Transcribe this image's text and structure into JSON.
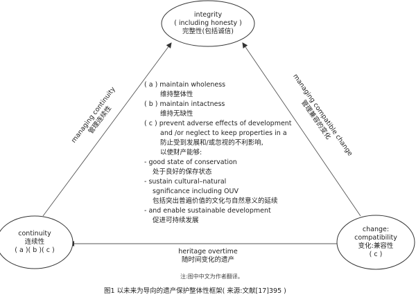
{
  "nodes": {
    "integrity": {
      "lines": [
        "integrity",
        "( including honesty )",
        "完整性(包括诚信)"
      ]
    },
    "continuity": {
      "lines": [
        "continuity",
        "连续性",
        "( a )( b )( c )"
      ]
    },
    "change": {
      "lines": [
        "change:",
        "compatibility",
        "变化:兼容性",
        "( c )"
      ]
    }
  },
  "edges": {
    "left": {
      "lines": [
        "managing continuity",
        "管理连续性"
      ]
    },
    "right": {
      "lines": [
        "managing compatible change",
        "管理兼容的变化"
      ]
    },
    "bottom": {
      "lines": [
        "heritage overtime",
        "随时间变化的遗产"
      ]
    }
  },
  "center_text": [
    "( a ) maintain wholeness",
    "维持整体性",
    "( b ) maintain intactness",
    "维持无缺性",
    "( c ) prevent adverse effects of development",
    "and /or neglect to keep properties in a",
    "防止受到发展和/或忽视的不利影响,",
    "以使财产能够:",
    "- good state of conservation",
    "处于良好的保存状态",
    "- sustain cultural–natural",
    "sgnificance including OUV",
    "包括突出普遍价值的文化与自然意义的延续",
    "- and enable sustainable development",
    "促进可持续发展"
  ],
  "note": "注:图中中文为作者翻译。",
  "caption": "图1   以未来为导向的遗产保护整体性框架( 来源:文献[17]395 )"
}
